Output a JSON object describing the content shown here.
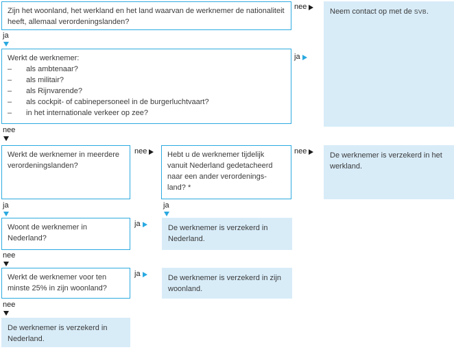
{
  "palette": {
    "cyan": "#2aa9e0",
    "lightblue": "#d8ecf8",
    "text": "#3a3a3a",
    "black": "#1c1c1c"
  },
  "labels": {
    "ja": "ja",
    "nee": "nee",
    "dash": "–"
  },
  "nodes": {
    "q1": {
      "text": "Zijn het woonland, het werkland en het land waarvan de werknemer de nationaliteit heeft, allemaal verordeningslanden?"
    },
    "q2": {
      "intro": "Werkt de werknemer:",
      "items": [
        "als ambtenaar?",
        "als militair?",
        "als Rijnvarende?",
        "als cockpit- of cabinepersoneel in de burgerluchtvaart?",
        "in het internationale verkeer op zee?"
      ]
    },
    "q3": {
      "text": "Werkt de werknemer in meerdere verordeningslanden?"
    },
    "q4": {
      "text": "Hebt u de werknemer tijdelijk vanuit Nederland gedetacheerd naar een ander verordenings-land? *"
    },
    "q5": {
      "text": "Woont de werknemer in Nederland?"
    },
    "q6": {
      "text": "Werkt de werknemer voor ten minste 25% in zijn woonland?"
    },
    "r_contact": {
      "prefix": "Neem contact op met de ",
      "acronym": "svb",
      "suffix": "."
    },
    "r_werkland": {
      "text": "De werknemer is verzekerd in het werkland."
    },
    "r_nederland1": {
      "text": "De werknemer is verzekerd in Nederland."
    },
    "r_woonland": {
      "text": "De werknemer is verzekerd in zijn woonland."
    },
    "r_nederland2": {
      "text": "De werknemer is verzekerd in Nederland."
    }
  }
}
